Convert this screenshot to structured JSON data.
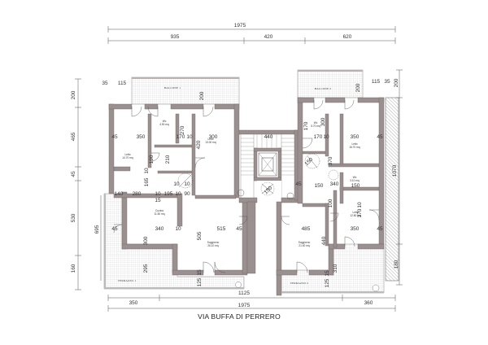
{
  "street_name": "VIA BUFFA DI PERRERO",
  "top_dims": {
    "total": "1975",
    "a": "935",
    "b": "420",
    "c": "620"
  },
  "bottom_dims": {
    "mid": "1125",
    "left": "350",
    "right": "360",
    "total": "1975"
  },
  "left_dims": {
    "d200": "200",
    "d465": "465",
    "d45": "45",
    "d530": "530",
    "d160": "160",
    "d695": "695"
  },
  "right_dims": {
    "d200": "200",
    "d1070": "1070",
    "d180": "180"
  },
  "balconies": {
    "b1": "BALCONE 1",
    "b2": "BALCONE 2"
  },
  "terraces": {
    "t1": "TERRAZZO 1",
    "t2": "TERRAZZO 2"
  },
  "rooms": {
    "letto_l": "Letto",
    "letto_l_area": "14.70 mq",
    "letto_m": "Letto",
    "letto_m_area": "13.00 mq",
    "wc_l": "Wc",
    "wc_l_area": "4.90 mq",
    "cucina": "Cucina",
    "cucina_area": "11.50 mq",
    "sogg_l": "Soggiorno",
    "sogg_l_area": "26.10 mq",
    "sogg_r": "Soggiorno",
    "sogg_r_area": "21.40 mq",
    "letto_r": "Letto",
    "letto_r_area": "16.70 mq",
    "letto_r2": "Letto",
    "letto_r2_area": "12.80 mq",
    "wc_r": "Wc",
    "wc_r_area": "5.70 mq",
    "wc_r2": "Wc",
    "wc_r2_area": "3.10 mq"
  },
  "inner_dims": {
    "n35": "35",
    "n115": "115",
    "n200a": "200",
    "n350a": "350",
    "n45a": "45",
    "n170": "170",
    "n10a": "10",
    "n300": "300",
    "n270": "270",
    "n420": "420",
    "n440": "440",
    "n150a": "150",
    "n170r": "170",
    "n10r": "10",
    "n350r": "350",
    "n45r": "45",
    "n300r": "300",
    "n115r": "115",
    "n35r": "35",
    "n200r": "200",
    "n280": "280",
    "n165": "165",
    "n10b": "10",
    "n195": "195",
    "n10c": "10",
    "n90": "90",
    "n15": "15",
    "n140": "140",
    "n340": "340",
    "n10d": "10",
    "n515": "515",
    "n485": "485",
    "n350b": "350",
    "n340r": "340",
    "n150b": "150",
    "n150r": "150",
    "n150m": "150",
    "n10e": "10",
    "n10f": "10",
    "n505": "505",
    "n440b": "440",
    "n125": "125",
    "n15b": "15",
    "n125r": "125",
    "n15r": "15",
    "n295": "295",
    "n300l": "300",
    "n310": "310",
    "n370": "370",
    "n45b": "45",
    "n45c": "45",
    "n45d": "45",
    "n45e": "45",
    "n100": "100",
    "n210": "210",
    "n190": "190",
    "n170b": "170",
    "n370b": "370",
    "n10g": "10",
    "n10h": "10"
  }
}
